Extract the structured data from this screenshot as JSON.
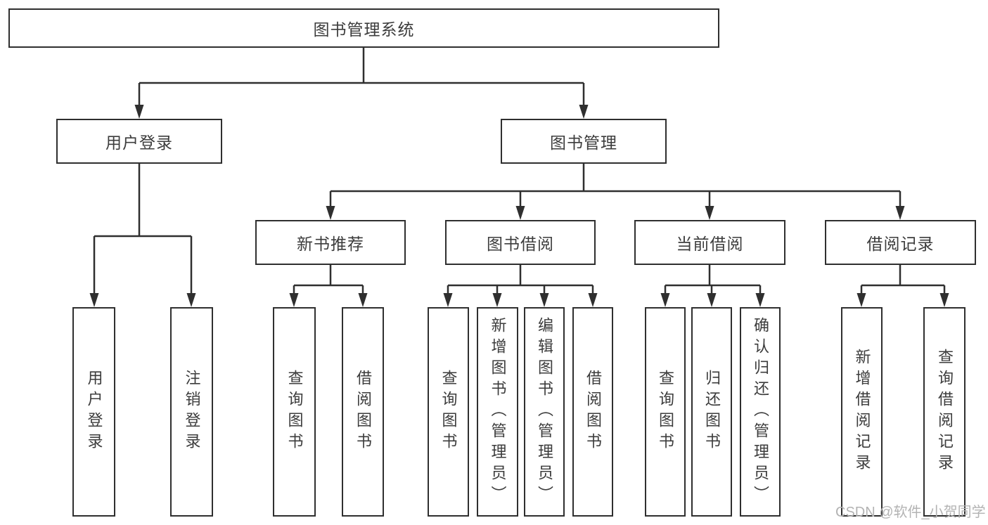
{
  "diagram": {
    "title": "图书管理系统",
    "type": "hierarchy-tree",
    "tree": {
      "label": "图书管理系统",
      "children": [
        {
          "label": "用户登录",
          "children": [
            {
              "label": "用户登录"
            },
            {
              "label": "注销登录"
            }
          ]
        },
        {
          "label": "图书管理",
          "children": [
            {
              "label": "新书推荐",
              "children": [
                {
                  "label": "查询图书"
                },
                {
                  "label": "借阅图书"
                }
              ]
            },
            {
              "label": "图书借阅",
              "children": [
                {
                  "label": "查询图书"
                },
                {
                  "label": "新增图书（管理员）"
                },
                {
                  "label": "编辑图书（管理员）"
                },
                {
                  "label": "借阅图书"
                }
              ]
            },
            {
              "label": "当前借阅",
              "children": [
                {
                  "label": "查询图书"
                },
                {
                  "label": "归还图书"
                },
                {
                  "label": "确认归还（管理员）"
                }
              ]
            },
            {
              "label": "借阅记录",
              "children": [
                {
                  "label": "新增借阅记录"
                },
                {
                  "label": "查询借阅记录"
                }
              ]
            }
          ]
        }
      ]
    },
    "watermark": "CSDN @软件_小贺同学",
    "colors": {
      "line": "#2f2f2f",
      "text": "#3c3c3c",
      "watermark": "#b3b3b3",
      "background": "#ffffff"
    }
  }
}
